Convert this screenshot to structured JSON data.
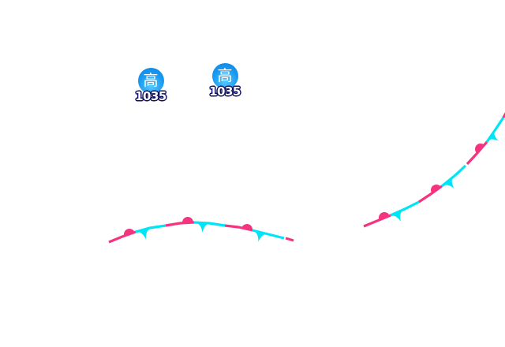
{
  "pressure_centers": [
    {
      "symbol": "高",
      "value": "1035"
    },
    {
      "symbol": "高",
      "value": "1035"
    }
  ],
  "fronts": [
    {
      "type": "stationary"
    },
    {
      "type": "stationary"
    }
  ],
  "colors": {
    "warm": "#f5347f",
    "cold": "#00e5f5",
    "high_center": "#1a9af0",
    "label_outline": "#101060"
  }
}
